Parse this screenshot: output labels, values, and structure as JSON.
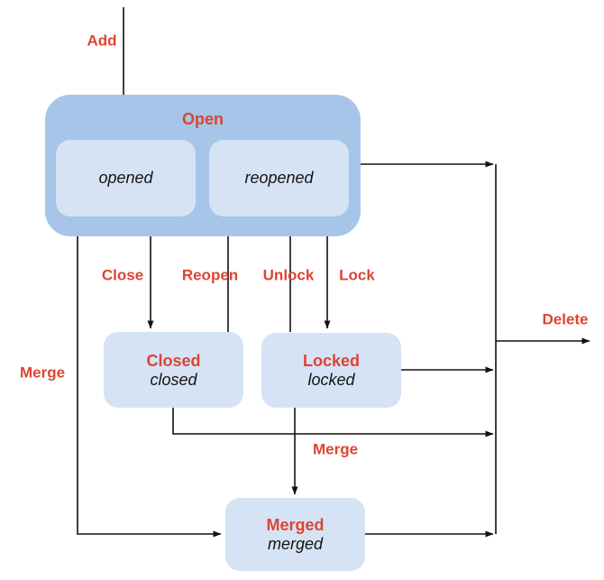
{
  "diagram": {
    "colors": {
      "accent": "#dc4532",
      "group_fill": "#a7c5e8",
      "node_fill": "#d6e3f5",
      "line": "#111111",
      "background": "#ffffff"
    },
    "open_group": {
      "label": "Open",
      "states": {
        "opened": {
          "label": "opened"
        },
        "reopened": {
          "label": "reopened"
        }
      }
    },
    "states": {
      "closed": {
        "title": "Closed",
        "subtitle": "closed"
      },
      "locked": {
        "title": "Locked",
        "subtitle": "locked"
      },
      "merged": {
        "title": "Merged",
        "subtitle": "merged"
      }
    },
    "edge_labels": {
      "add": "Add",
      "close": "Close",
      "reopen": "Reopen",
      "unlock": "Unlock",
      "lock": "Lock",
      "merge_open": "Merge",
      "merge_locked": "Merge",
      "delete": "Delete"
    }
  }
}
